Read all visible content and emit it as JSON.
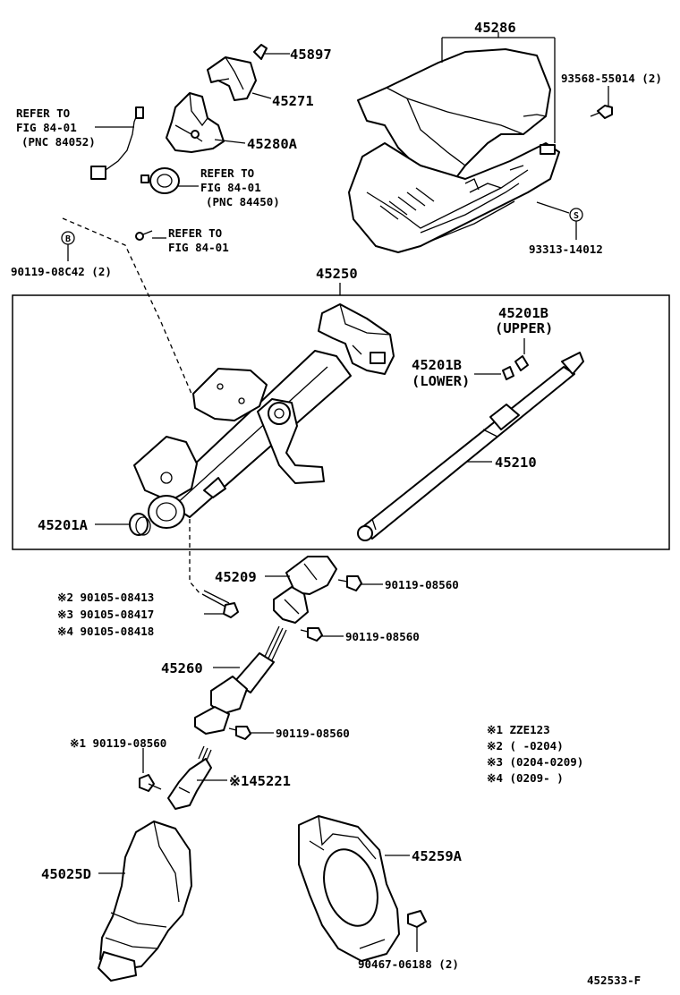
{
  "labels": {
    "p45286": "45286",
    "p45897": "45897",
    "p45271": "45271",
    "p45280A": "45280A",
    "p93568": "93568-55014 (2)",
    "refer_84052_1": "REFER TO",
    "refer_84052_2": "FIG 84-01",
    "refer_84052_3": "(PNC 84052)",
    "refer_84450_1": "REFER TO",
    "refer_84450_2": "FIG 84-01",
    "refer_84450_3": "(PNC 84450)",
    "refer_fig_1": "REFER TO",
    "refer_fig_2": "FIG 84-01",
    "circle_b": "B",
    "circle_s": "S",
    "p93313": "93313-14012",
    "p90119_08C42": "90119-08C42 (2)",
    "p45250": "45250",
    "p45201B_upper_1": "45201B",
    "p45201B_upper_2": "(UPPER)",
    "p45201B_lower_1": "45201B",
    "p45201B_lower_2": "(LOWER)",
    "p45210": "45210",
    "p45201A": "45201A",
    "p45209": "45209",
    "p90119_08560_a": "90119-08560",
    "p90119_08560_b": "90119-08560",
    "p90119_08560_c": "90119-08560",
    "p90105_08413": "※2 90105-08413",
    "p90105_08417": "※3 90105-08417",
    "p90105_08418": "※4 90105-08418",
    "p45260": "45260",
    "p1_90119_08560": "※1 90119-08560",
    "p145221": "※145221",
    "p45025D": "45025D",
    "p45259A": "45259A",
    "p90467": "90467-06188 (2)",
    "diagram_code": "452533-F"
  },
  "notes": {
    "n1": "※1 ZZE123",
    "n2": "※2 (      -0204)",
    "n3": "※3 (0204-0209)",
    "n4": "※4 (0209-      )"
  }
}
